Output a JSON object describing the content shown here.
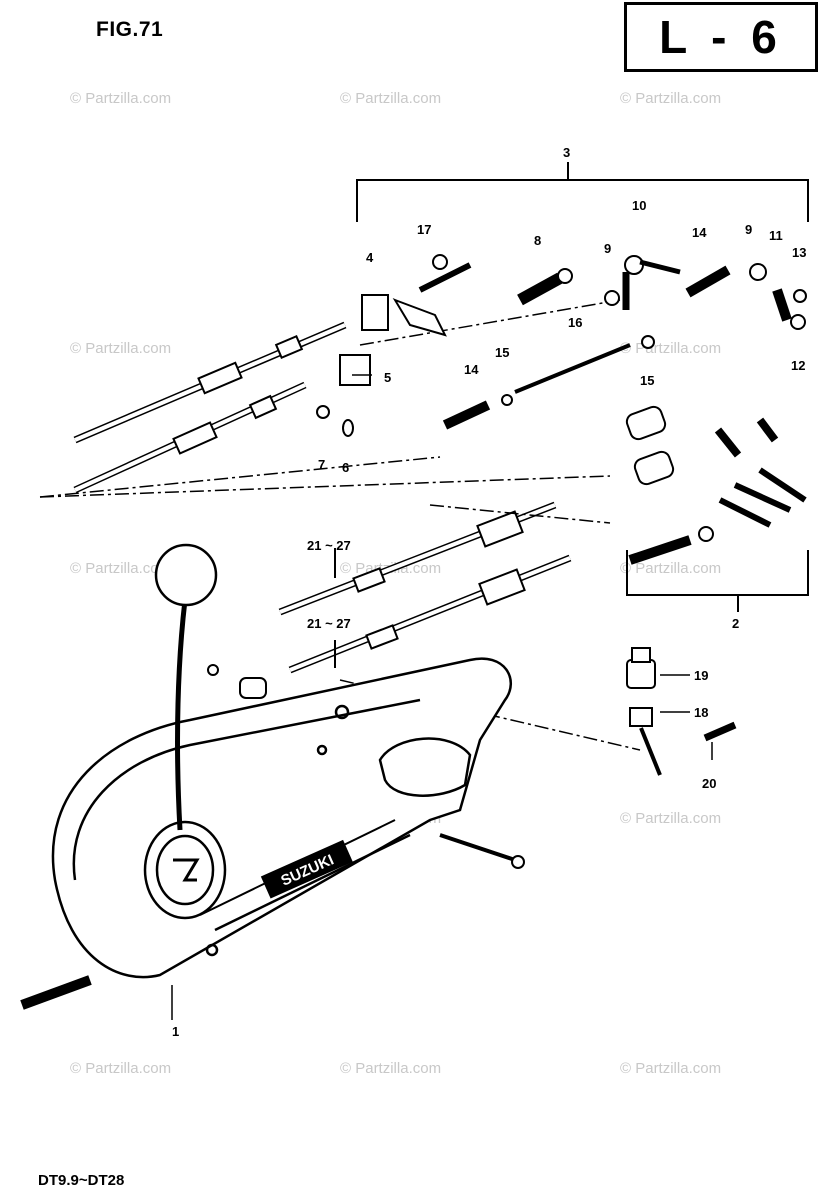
{
  "figure_label": "FIG.71",
  "page_code": "L - 6",
  "model_range": "DT9.9~DT28",
  "watermark": "© Partzilla.com",
  "brand_logo_text": "SUZUKI",
  "callouts": [
    "1",
    "2",
    "3",
    "4",
    "5",
    "6",
    "7",
    "8",
    "9",
    "9",
    "10",
    "11",
    "12",
    "13",
    "14",
    "14",
    "15",
    "15",
    "16",
    "17",
    "18",
    "19",
    "20",
    "21 ~ 27",
    "21 ~ 27"
  ]
}
